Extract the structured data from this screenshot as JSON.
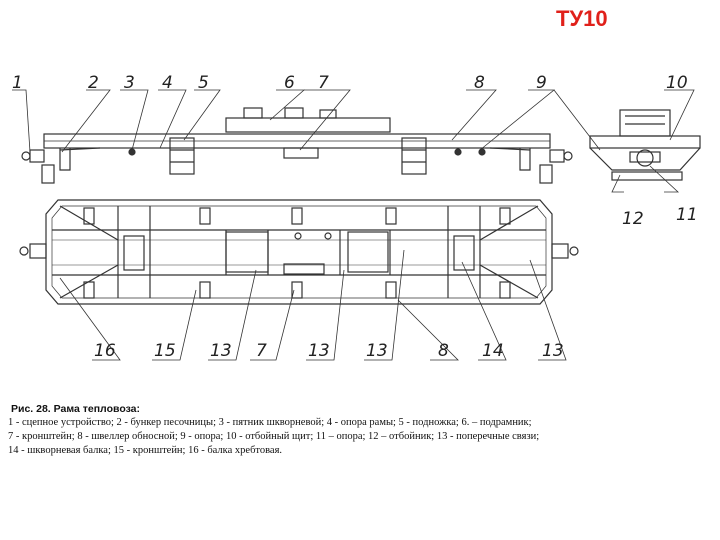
{
  "model_title": "ТУ10",
  "figure": {
    "callouts_top": [
      "1",
      "2",
      "3",
      "4",
      "5",
      "6",
      "7",
      "8",
      "9",
      "10"
    ],
    "callouts_bottom": [
      "16",
      "15",
      "13",
      "7",
      "13",
      "13",
      "8",
      "14",
      "13"
    ],
    "callouts_end_view": [
      "12",
      "11"
    ]
  },
  "caption": {
    "title": "Рис. 28. Рама тепловоза:",
    "line1": "1 -  сцепное устройство; 2  - бункер песочницы;  3 - пятник шкворневой;  4 - опора рамы; 5  - подножка; 6. – подрамник;",
    "line2": "7  - кронштейн;  8 - швеллер обносной;  9  - опора;  10  - отбойный щит;  11 – опора; 12 – отбойник; 13  - поперечные связи;",
    "line3": "14  - шкворневая балка; 15  - кронштейн;  16  - балка хребтовая."
  },
  "colors": {
    "title": "#e0201a",
    "lines": "#333333"
  }
}
